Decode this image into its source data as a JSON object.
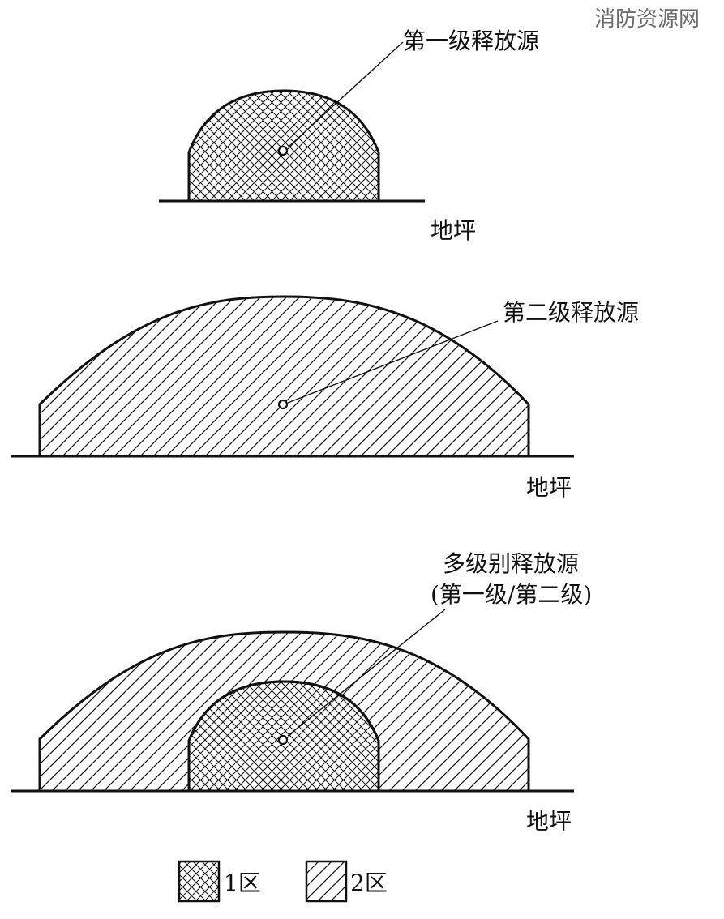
{
  "watermark": "消防资源网",
  "diagrams": [
    {
      "source_label": "第一级释放源",
      "ground_label": "地坪"
    },
    {
      "source_label": "第二级释放源",
      "ground_label": "地坪"
    },
    {
      "source_label_line1": "多级别释放源",
      "source_label_line2": "(第一级/第二级)",
      "ground_label": "地坪"
    }
  ],
  "legend": [
    {
      "pattern": "crosshatch",
      "label": "1区"
    },
    {
      "pattern": "diagonal",
      "label": "2区"
    }
  ],
  "colors": {
    "stroke": "#111111",
    "background": "#ffffff"
  }
}
